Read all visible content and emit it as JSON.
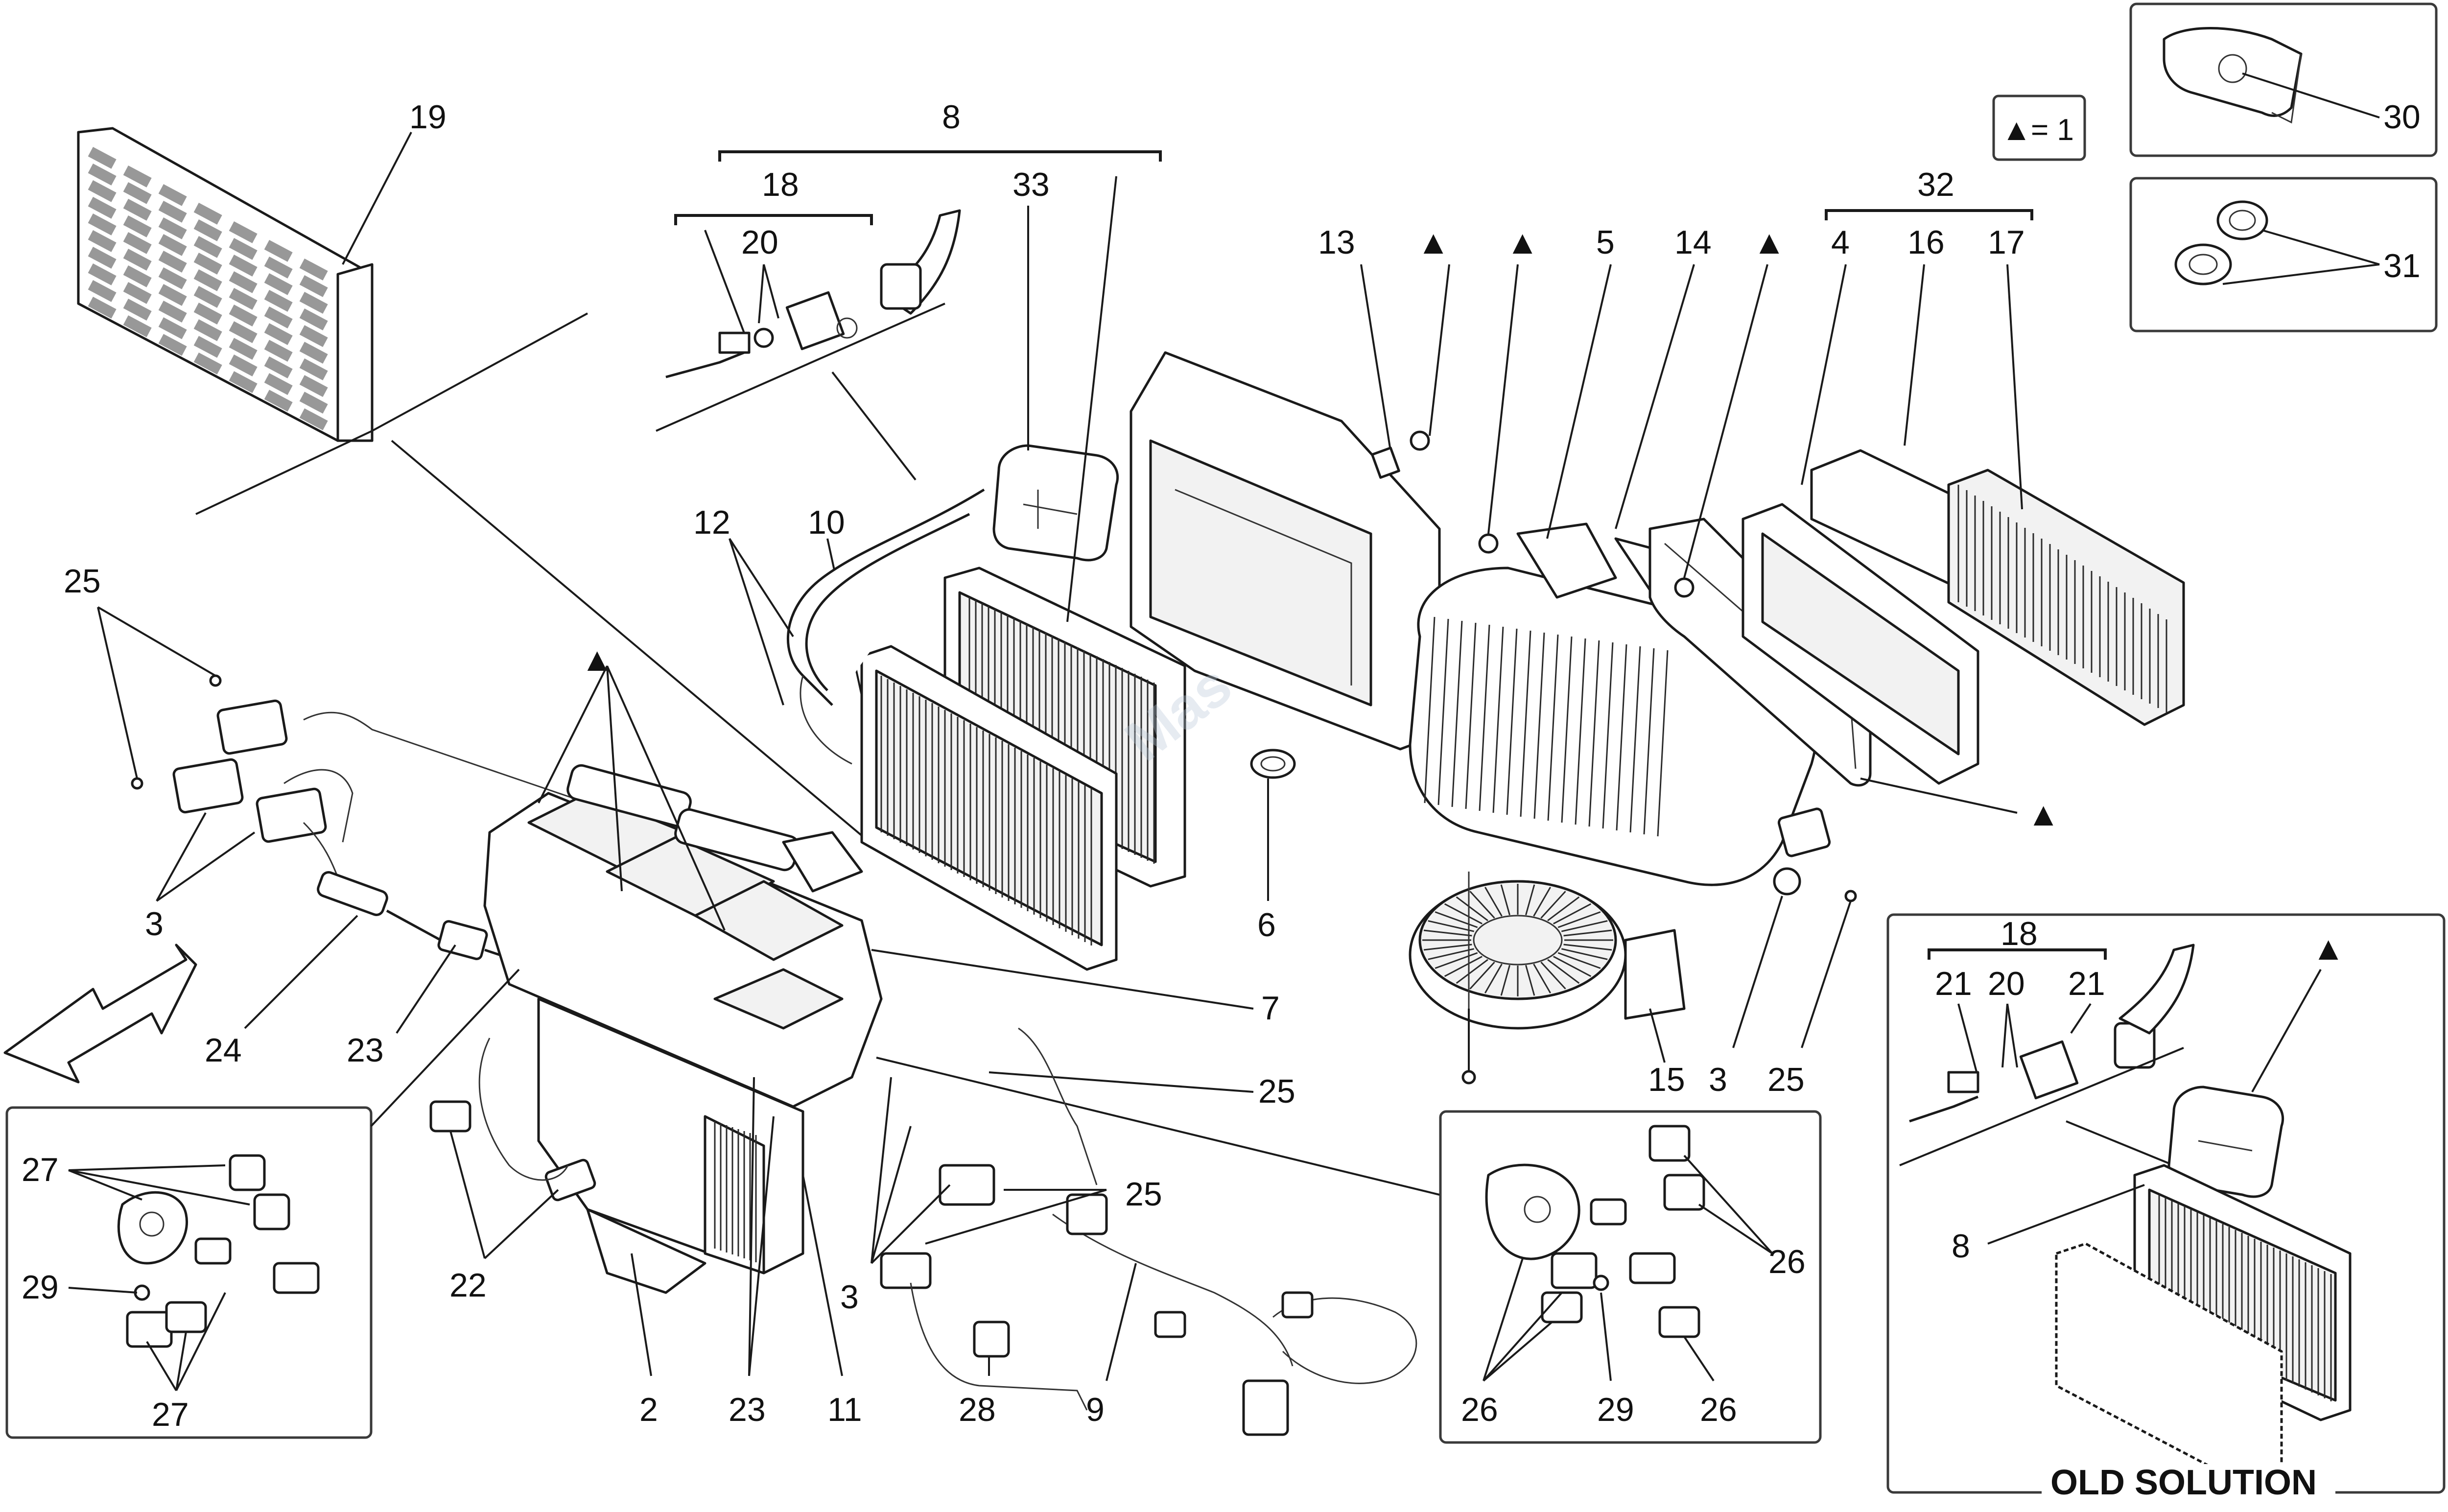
{
  "legend": {
    "symbol": "▲",
    "text": "= 1"
  },
  "old_solution_label": "OLD SOLUTION",
  "watermark": "Mas",
  "callouts": {
    "c19": "19",
    "c8a": "8",
    "c18a": "18",
    "c20a": "20",
    "c33": "33",
    "c32": "32",
    "c13": "13",
    "c5": "5",
    "c14": "14",
    "c4": "4",
    "c16": "16",
    "c17": "17",
    "c30": "30",
    "c31": "31",
    "c12": "12",
    "c10": "10",
    "c25a": "25",
    "c3a": "3",
    "c24": "24",
    "c23a": "23",
    "c6": "6",
    "c7": "7",
    "c25b": "25",
    "c15": "15",
    "c3b": "3",
    "c25c": "25",
    "c27a": "27",
    "c29a": "29",
    "c27b": "27",
    "c22": "22",
    "c2": "2",
    "c23b": "23",
    "c11": "11",
    "c3c": "3",
    "c25d": "25",
    "c28": "28",
    "c9": "9",
    "c26a": "26",
    "c26b": "26",
    "c29b": "29",
    "c26c": "26",
    "c18b": "18",
    "c21a": "21",
    "c20b": "20",
    "c21b": "21",
    "c8b": "8"
  },
  "triangle_marker": "▲",
  "colors": {
    "line": "#1a1a1a",
    "frame": "#3a3a3a",
    "watermark": "#b8c8d8"
  }
}
